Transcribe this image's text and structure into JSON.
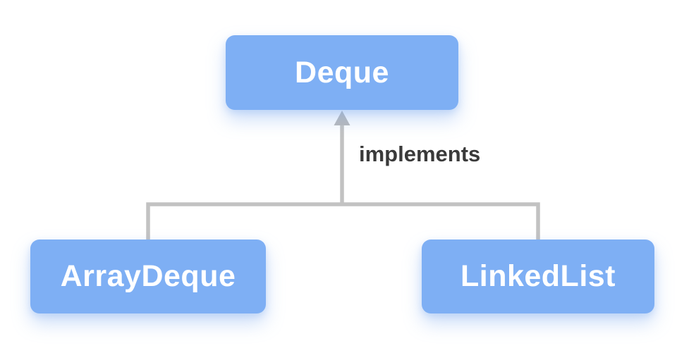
{
  "diagram": {
    "nodes": {
      "parent": {
        "label": "Deque"
      },
      "left_child": {
        "label": "ArrayDeque"
      },
      "right_child": {
        "label": "LinkedList"
      }
    },
    "edge": {
      "label": "implements",
      "relationships": [
        {
          "from": "ArrayDeque",
          "to": "Deque",
          "label": "implements"
        },
        {
          "from": "LinkedList",
          "to": "Deque",
          "label": "implements"
        }
      ]
    }
  },
  "colors": {
    "background": "#ffffff",
    "node_fill": "#7eaff4",
    "node_text": "#ffffff",
    "edge_color": "#c2c2c2",
    "arrow_color": "#b9b9b9",
    "edge_label_color": "#3a3a3a"
  }
}
